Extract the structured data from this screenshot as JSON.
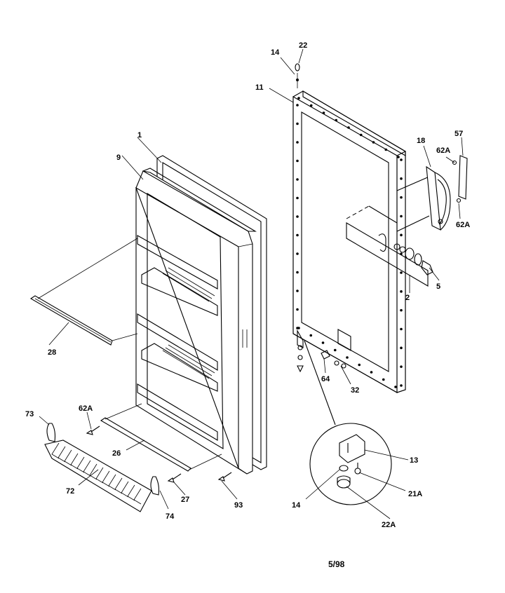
{
  "parts": {
    "p1": "1",
    "p2": "2",
    "p5": "5",
    "p9": "9",
    "p11": "11",
    "p13": "13",
    "p14_top": "14",
    "p14_detail": "14",
    "p18": "18",
    "p21a": "21A",
    "p22_top": "22",
    "p22a": "22A",
    "p26": "26",
    "p27": "27",
    "p28": "28",
    "p32": "32",
    "p57": "57",
    "p62a_left": "62A",
    "p62a_handle_top": "62A",
    "p62a_handle_bottom": "62A",
    "p64": "64",
    "p72": "72",
    "p73": "73",
    "p74": "74",
    "p93": "93"
  },
  "date_code": "5/98"
}
